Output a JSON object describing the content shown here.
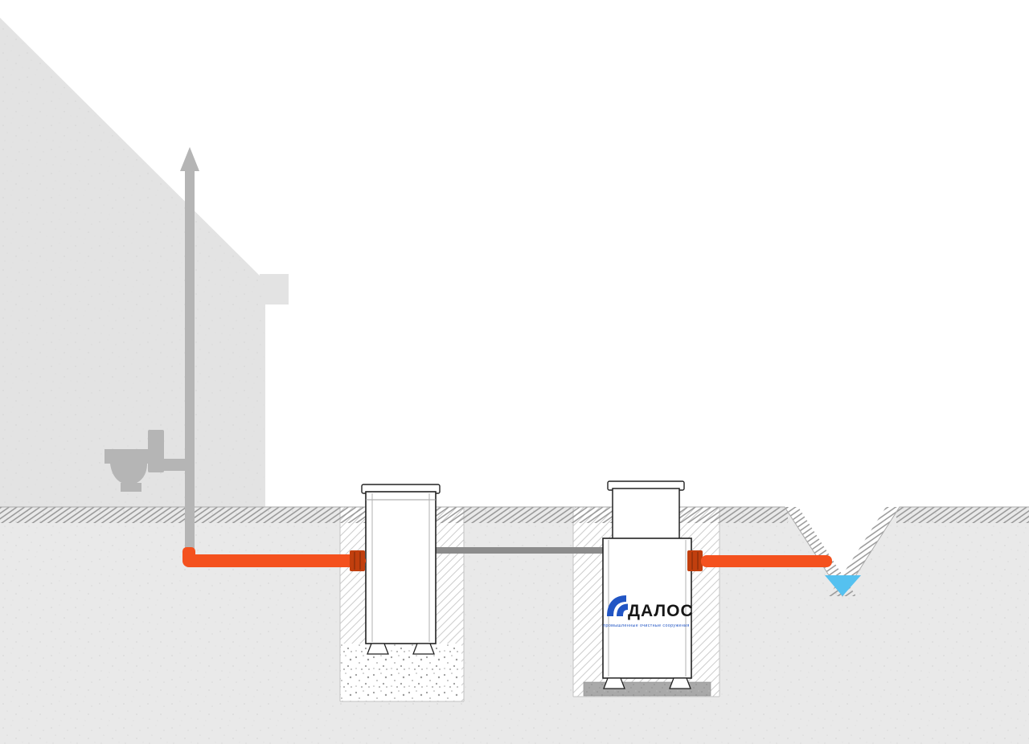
{
  "scene": {
    "background_color": "#ffffff",
    "ground_color": "#e9e9e9",
    "house_color": "#e3e3e3",
    "fixture_color": "#b5b5b5",
    "pipe_orange": "#f4511e",
    "coupling_orange": "#c13f0e",
    "pipe_gray": "#8c8c8c",
    "water_blue": "#55c1f0",
    "logo_blue": "#2155c4",
    "tank_outline": "#222222"
  },
  "logo": {
    "name": "ДАЛОС",
    "subtitle": "промышленные очистные сооружения"
  },
  "components": {
    "house": "house-silhouette",
    "vent_stack": "vent-pipe-with-arrow",
    "toilet": "toilet-silhouette",
    "inlet_pipe": "orange-sewer-inlet-pipe",
    "first_tank": "septic-tank",
    "transfer_pipe": "gray-overflow-pipe",
    "second_tank": "dalos-treatment-unit",
    "outlet_pipe": "orange-discharge-pipe",
    "gravel_base": "gravel-bed-under-tank",
    "slab": "concrete-slab-under-unit",
    "ditch": "drainage-ditch-with-water"
  }
}
